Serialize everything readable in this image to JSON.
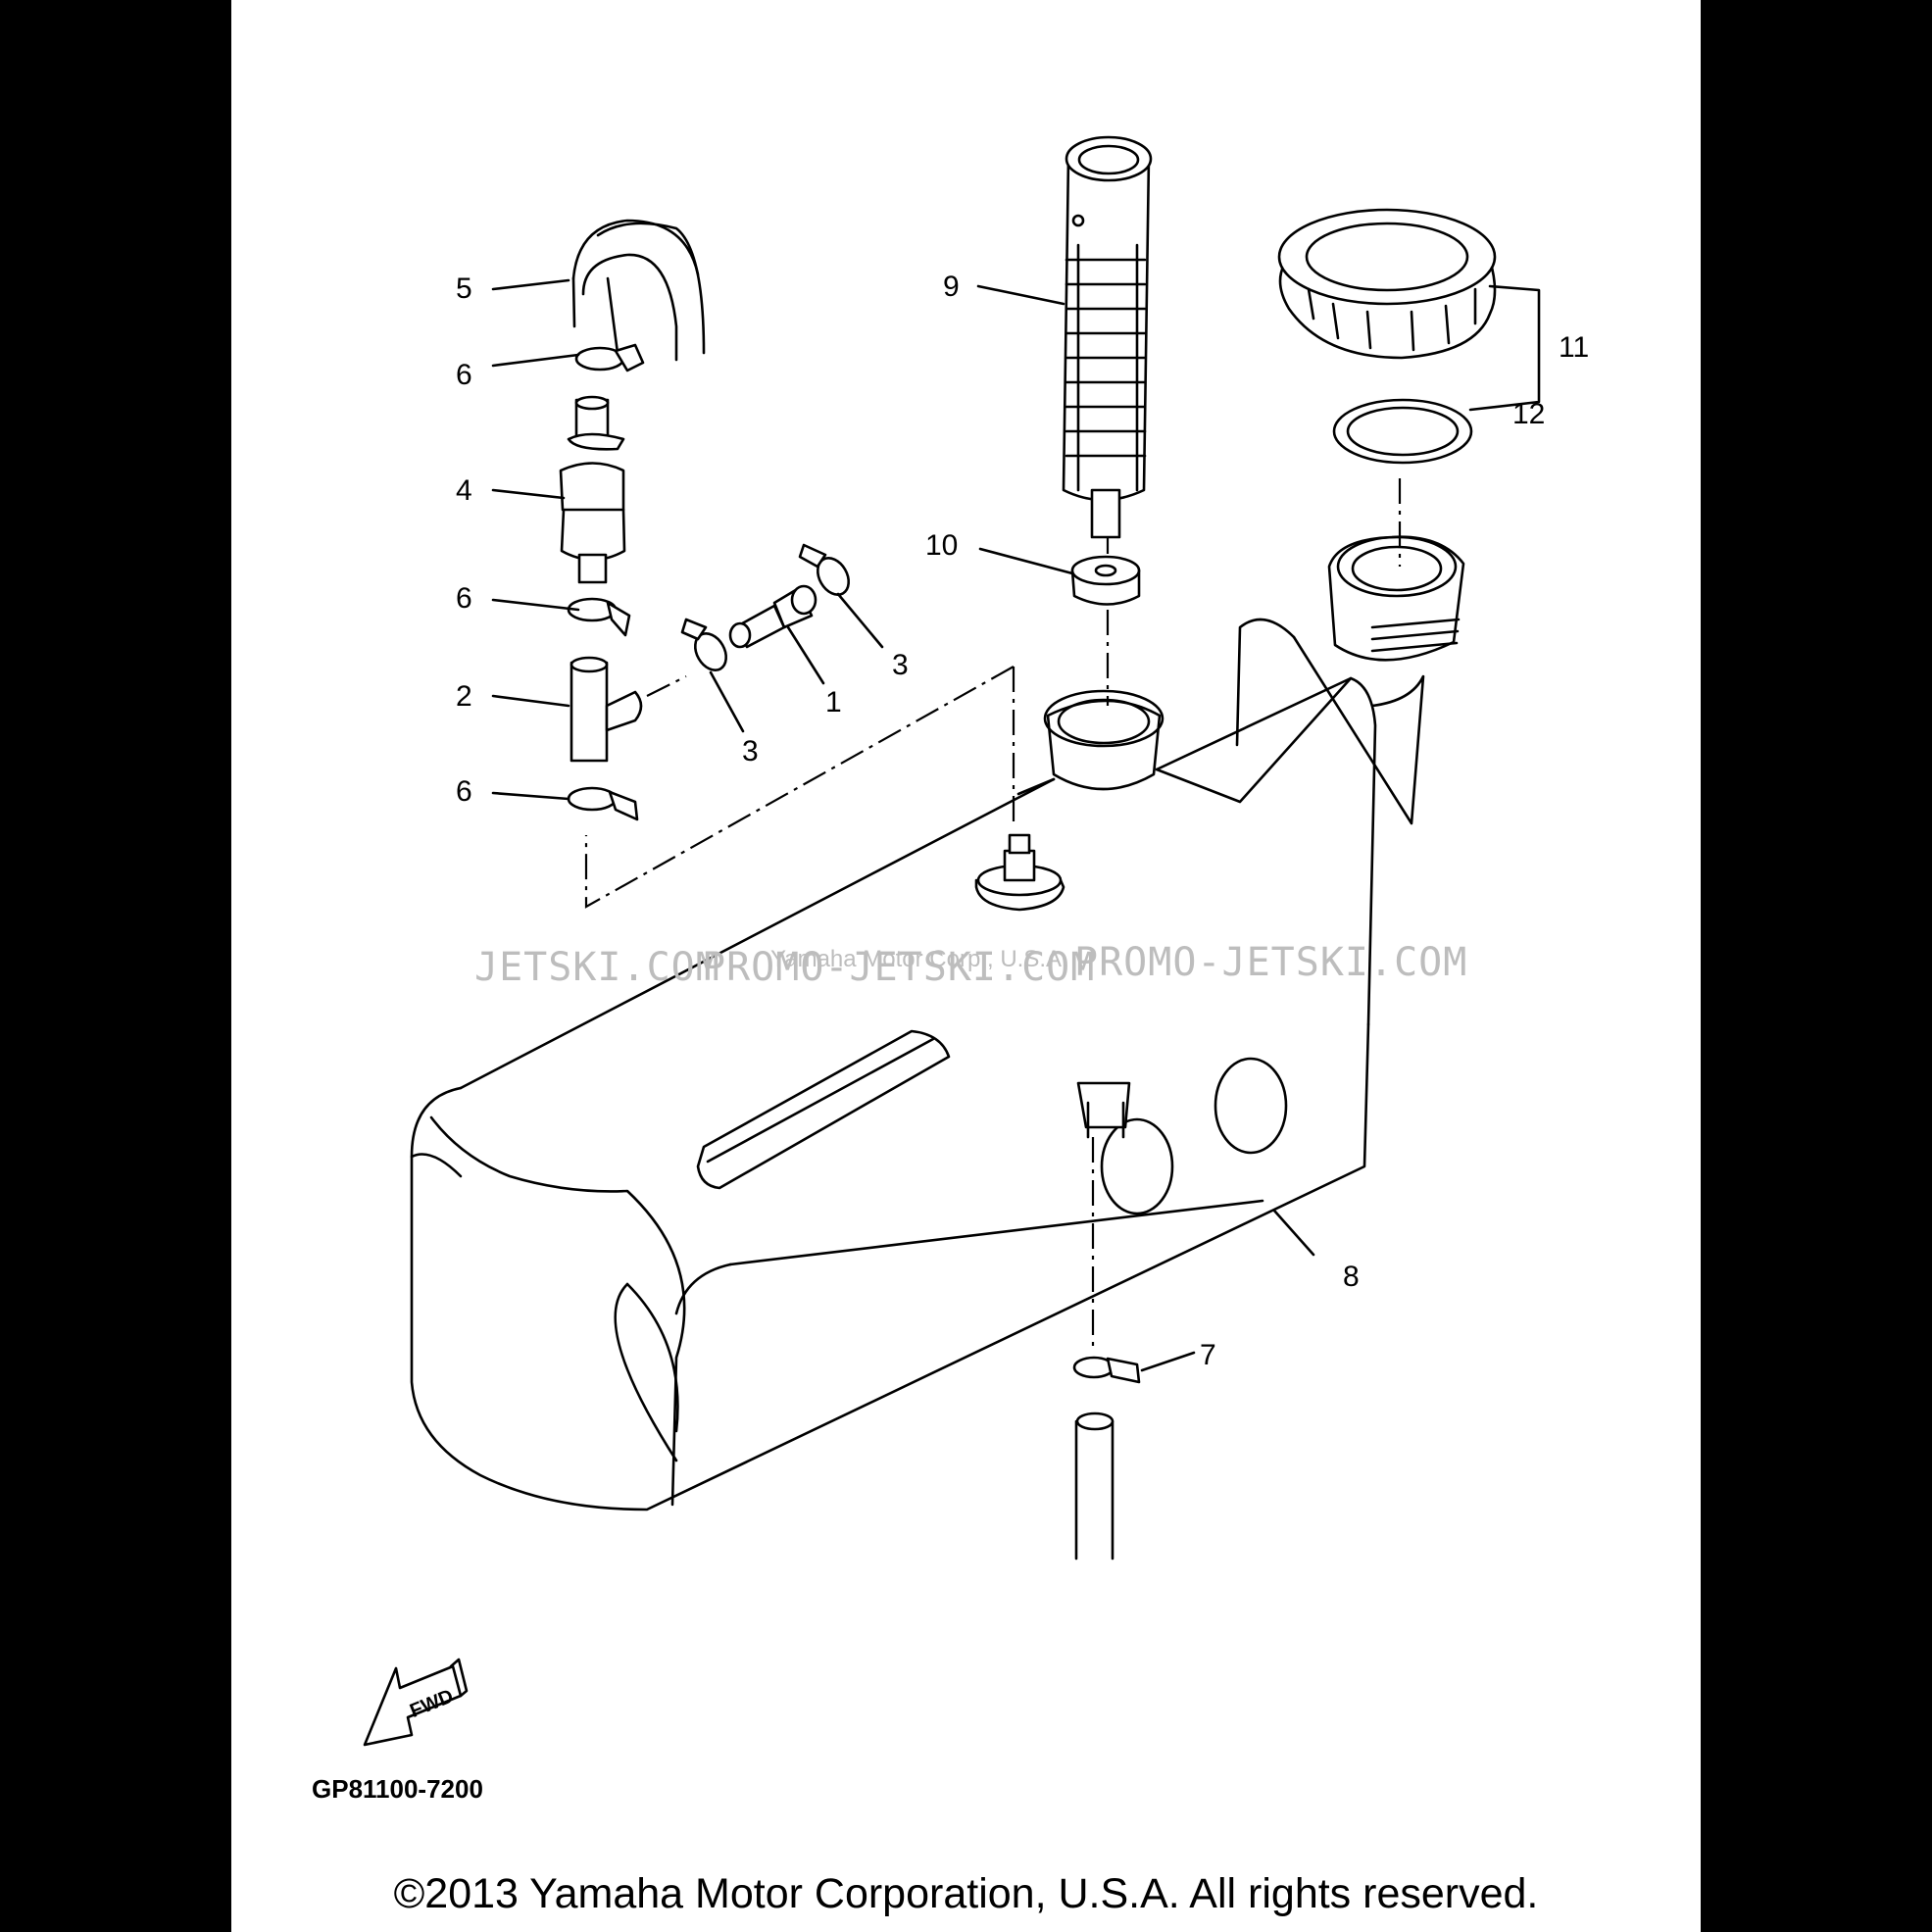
{
  "diagram": {
    "code": "GP81100-7200",
    "fwd_label": "FWD",
    "callouts": {
      "c1": "1",
      "c2": "2",
      "c3a": "3",
      "c3b": "3",
      "c4": "4",
      "c5": "5",
      "c6a": "6",
      "c6b": "6",
      "c6c": "6",
      "c7": "7",
      "c8": "8",
      "c9": "9",
      "c10": "10",
      "c11": "11",
      "c12": "12"
    },
    "watermarks": {
      "w1": "JETSKI.COM",
      "w2": "PROMO-JETSKI.COM",
      "w3": "PROMO-JETSKI.COM",
      "w4": "Yamaha Motor Corp., U.S.A."
    }
  },
  "footer": {
    "copyright": "©2013 Yamaha Motor Corporation, U.S.A. All rights reserved."
  }
}
